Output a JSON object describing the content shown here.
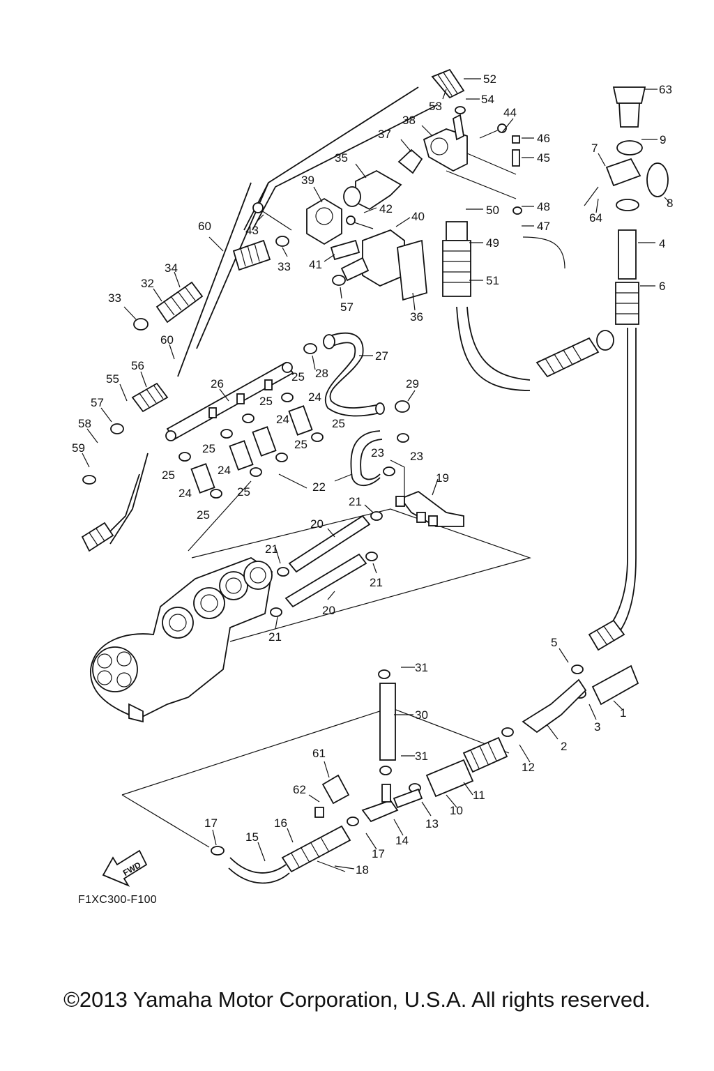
{
  "diagram": {
    "drawing_code": "F1XC300-F100",
    "direction_marker": "FWD",
    "copyright": "©2013 Yamaha Motor Corporation, U.S.A. All rights reserved.",
    "callouts": [
      "52",
      "54",
      "53",
      "44",
      "38",
      "46",
      "37",
      "45",
      "35",
      "39",
      "50",
      "48",
      "42",
      "40",
      "47",
      "43",
      "60",
      "41",
      "49",
      "33",
      "34",
      "32",
      "51",
      "33",
      "57",
      "36",
      "60",
      "27",
      "28",
      "56",
      "55",
      "26",
      "25",
      "29",
      "24",
      "57",
      "25",
      "58",
      "24",
      "25",
      "25",
      "59",
      "24",
      "25",
      "23",
      "23",
      "25",
      "22",
      "25",
      "24",
      "25",
      "19",
      "21",
      "20",
      "21",
      "21",
      "20",
      "21",
      "5",
      "31",
      "1",
      "30",
      "3",
      "2",
      "12",
      "31",
      "61",
      "62",
      "11",
      "10",
      "13",
      "14",
      "17",
      "16",
      "15",
      "17",
      "18",
      "63",
      "9",
      "7",
      "8",
      "64",
      "4",
      "6"
    ]
  }
}
